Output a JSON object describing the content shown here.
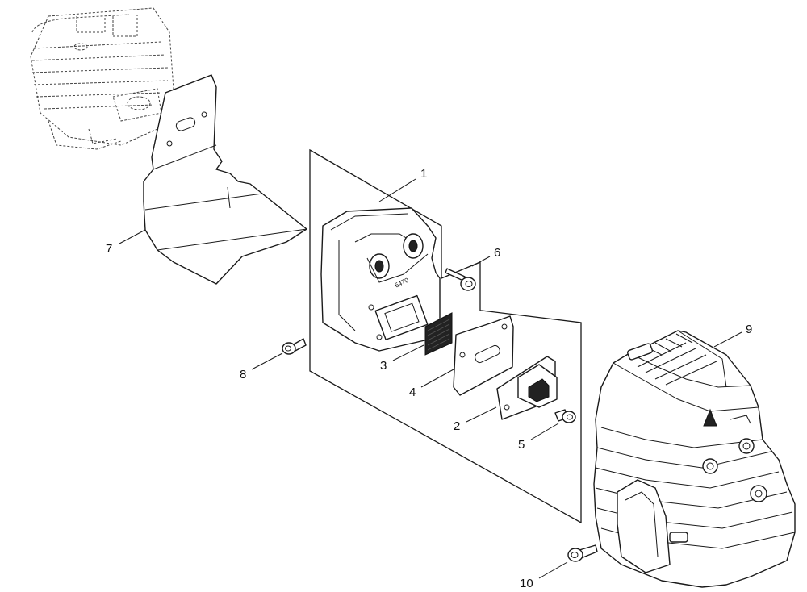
{
  "callouts": {
    "c1": "1",
    "c2": "2",
    "c3": "3",
    "c4": "4",
    "c5": "5",
    "c6": "6",
    "c7": "7",
    "c8": "8",
    "c9": "9",
    "c10": "10"
  },
  "muffler_stamp": "5470",
  "colors": {
    "line": "#1a1a1a",
    "background": "#ffffff",
    "screen": "#222222"
  }
}
